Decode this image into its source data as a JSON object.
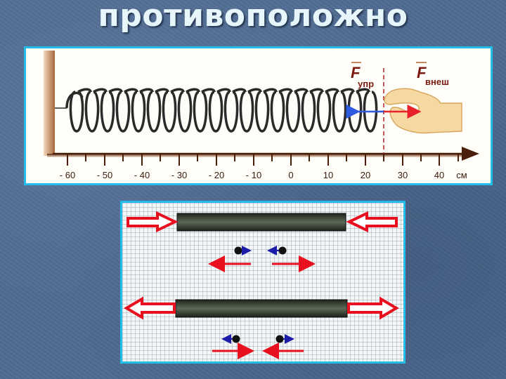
{
  "slide": {
    "title": "противоположно",
    "background_color": "#4f6b92",
    "frame_color": "#22bde8"
  },
  "spring_figure": {
    "force_labels": {
      "elastic": {
        "symbol": "F",
        "subscript": "упр",
        "color": "#7a1a10",
        "arrow_color": "#2d5be0"
      },
      "external": {
        "symbol": "F",
        "subscript": "внеш",
        "color": "#7a1a10",
        "arrow_color": "#e8202a"
      }
    },
    "ruler": {
      "unit": "см",
      "ticks": [
        "- 60",
        "- 50",
        "- 40",
        "- 30",
        "- 20",
        "- 10",
        "0",
        "10",
        "20",
        "30",
        "40"
      ],
      "dashed_marker_value": 25
    },
    "spring_coils": 20
  },
  "rod_figure": {
    "top_rod": {
      "state": "compressed",
      "outer_arrows": "inward",
      "particles": "pushed-apart",
      "inner_red_arrows": "outward"
    },
    "bottom_rod": {
      "state": "stretched",
      "outer_arrows": "outward",
      "particles": "pulled-together",
      "inner_red_arrows": "inward"
    },
    "colors": {
      "force_arrow": "#e8101e",
      "particle": "#111111",
      "small_arrow": "#1c1ca8",
      "rod": "#3f4a3c"
    }
  }
}
